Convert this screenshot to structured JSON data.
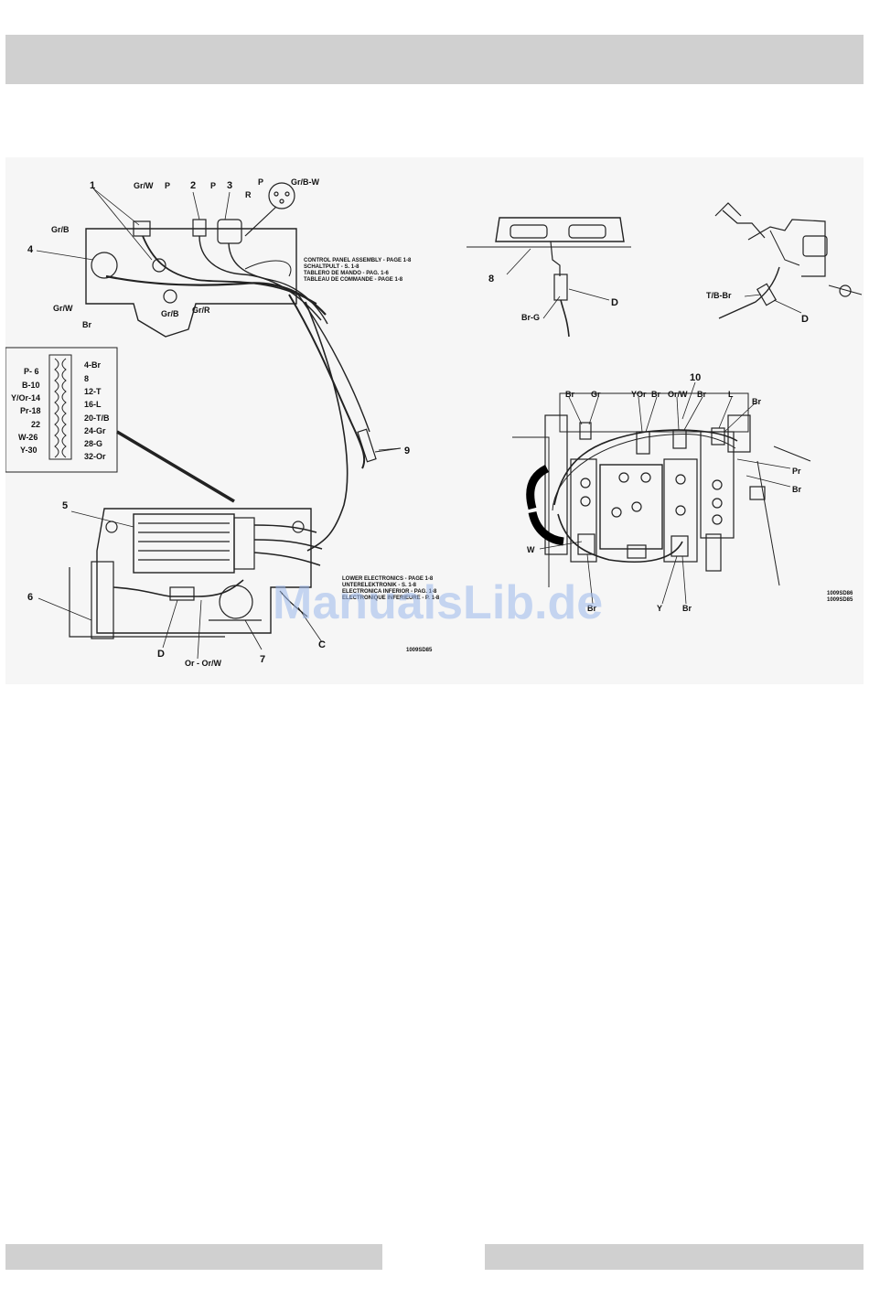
{
  "colors": {
    "band": "#d0d0d0",
    "line": "#222222",
    "watermark": "#9db9ec"
  },
  "watermark": "ManualsLib.de",
  "left": {
    "callouts": [
      "1",
      "2",
      "3",
      "4",
      "5",
      "6",
      "7",
      "9",
      "C",
      "D"
    ],
    "wires": [
      "Gr/W",
      "P",
      "P",
      "Gr/B-W",
      "R",
      "P",
      "Gr/B",
      "Gr/W",
      "Br",
      "Gr/B",
      "Gr/R",
      "Or - Or/W"
    ],
    "notes": [
      "CONTROL PANEL ASSEMBLY - PAGE 1-8",
      "SCHALTPULT - S. 1-8",
      "TABLERO DE MANDO - PAG. 1-6",
      "TABLEAU DE COMMANDE - PAGE 1-8",
      "LOWER ELECTRONICS - PAGE 1-8",
      "UNTERELEKTRONIK - S. 1-8",
      "ELECTRONICA INFERIOR - PAG. 1-8",
      "ELECTRONIQUE INFERIEURE - P. 1-8"
    ],
    "code": "1009SD85"
  },
  "connector": {
    "left_pins": [
      "P- 6",
      "B-10",
      "Y/Or-14",
      "Pr-18",
      "22",
      "W-26",
      "Y-30"
    ],
    "right_pins": [
      "4-Br",
      "8",
      "12-T",
      "16-L",
      "20-T/B",
      "24-Gr",
      "28-G",
      "32-Or"
    ]
  },
  "top_middle": {
    "callout": "8",
    "wire": "Br-G",
    "connector": "D"
  },
  "top_right": {
    "wire": "T/B-Br",
    "connector": "D"
  },
  "bottom_right": {
    "callout": "10",
    "wires_top": [
      "Br",
      "Gr",
      "YOr",
      "Br",
      "Or/W",
      "Br",
      "L",
      "Br"
    ],
    "wires_side": [
      "Pr",
      "Br",
      "W"
    ],
    "wires_bottom": [
      "Br",
      "Y",
      "Br"
    ],
    "codes": [
      "1009SD86",
      "1009SD85"
    ]
  }
}
